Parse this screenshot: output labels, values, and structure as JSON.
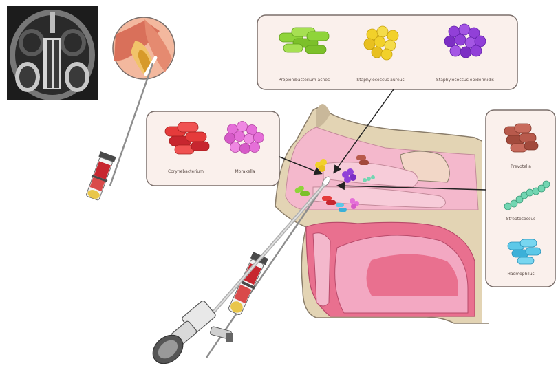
{
  "panels": {
    "top": {
      "bacteria": [
        {
          "label": "Propionibacterium acnes",
          "color": "#8fd43a",
          "icon": "rod-bacteria-icon"
        },
        {
          "label": "Staphylococcus aureus",
          "color": "#f2d12a",
          "icon": "coccus-cluster-icon"
        },
        {
          "label": "Staphylococcus epidermidis",
          "color": "#9140d8",
          "icon": "coccus-cluster-icon"
        }
      ]
    },
    "left": {
      "bacteria": [
        {
          "label": "Corynebacterium",
          "color": "#e53b3b",
          "icon": "rod-bacteria-icon"
        },
        {
          "label": "Moraxella",
          "color": "#e56fd8",
          "icon": "coccus-cluster-icon"
        }
      ]
    },
    "right": {
      "bacteria": [
        {
          "label": "Prevotella",
          "color": "#b85a4c",
          "icon": "rod-bacteria-icon"
        },
        {
          "label": "Streptococcus",
          "color": "#72d6b2",
          "icon": "chain-bacteria-icon"
        },
        {
          "label": "Haemophilus",
          "color": "#5cc8e8",
          "icon": "rod-bacteria-icon"
        }
      ]
    }
  },
  "colors": {
    "panel_border": "#7a6e6a",
    "panel_fill": "#faf0ec",
    "tissue_pink": "#f4b8cc",
    "tissue_dark": "#e9708f",
    "bone_tan": "#e3d4b4",
    "ct_background": "#1c1c1c",
    "tube_red": "#c7262f"
  }
}
